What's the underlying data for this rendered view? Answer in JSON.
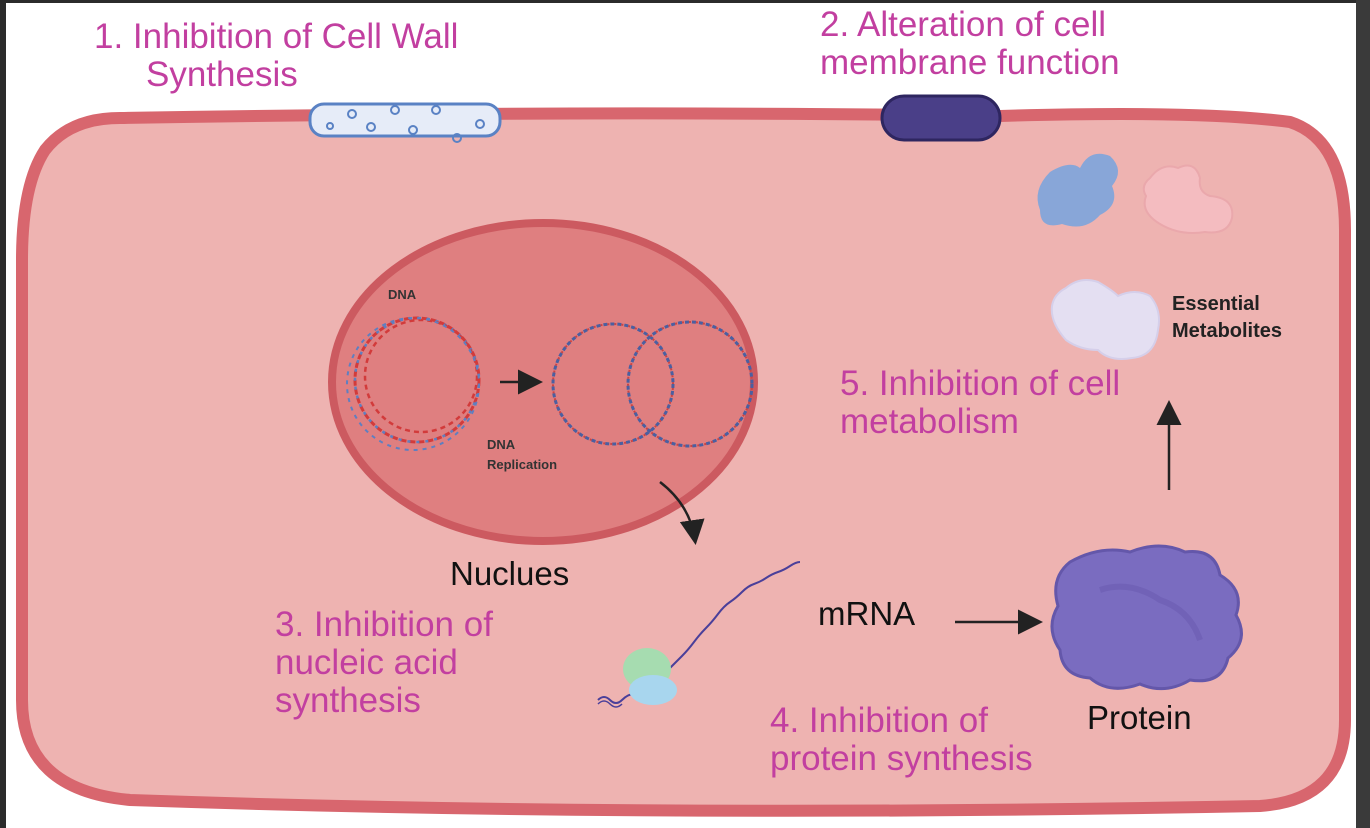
{
  "labels": {
    "cell_wall": [
      "1.  Inhibition of Cell Wall",
      "Synthesis"
    ],
    "membrane": [
      "2. Alteration of cell",
      "membrane function"
    ],
    "nucleic": [
      "3. Inhibition of",
      "nucleic acid",
      "synthesis"
    ],
    "protein_synth": [
      "4. Inhibition of",
      "protein synthesis"
    ],
    "metabolism": [
      "5. Inhibition of cell",
      "metabolism"
    ],
    "nucleus": "Nuclues",
    "mrna": "mRNA",
    "protein": "Protein",
    "metabolites": [
      "Essential",
      "Metabolites"
    ],
    "dna": "DNA",
    "replication": [
      "DNA",
      "Replication"
    ]
  },
  "colors": {
    "cell_fill": "#eeb3b1",
    "cell_border": "#d8666e",
    "nucleus_fill": "#df7f80",
    "nucleus_border": "#cc5a60",
    "label_pink": "#c23fa0",
    "protein": "#7a6cc0",
    "membrane_protein": "#4a3f88",
    "metabolite_blue": "#88a6d8",
    "metabolite_pink": "#f4bcc0",
    "metabolite_lilac": "#e4dff2",
    "ribosome_green": "#a6dcb0",
    "ribosome_blue": "#a8d6ee"
  }
}
